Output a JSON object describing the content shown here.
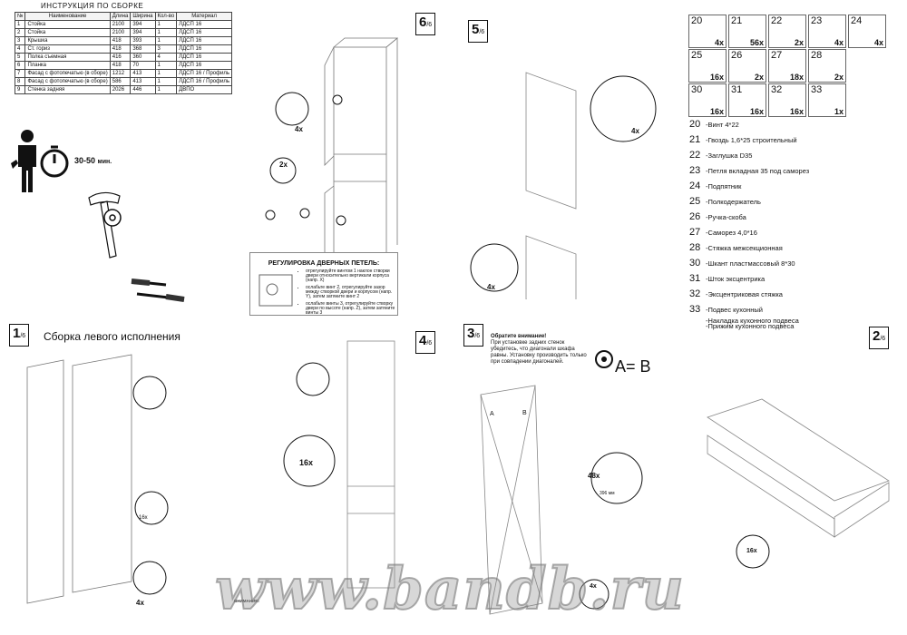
{
  "header": {
    "title": "ИНСТРУКЦИЯ ПО СБОРКЕ"
  },
  "parts_table": {
    "columns": [
      "№",
      "Наименование",
      "Длина",
      "Ширина",
      "Кол-во",
      "Материал"
    ],
    "rows": [
      [
        "1",
        "Стойка",
        "2100",
        "394",
        "1",
        "ЛДСП 16"
      ],
      [
        "2",
        "Стойка",
        "2100",
        "394",
        "1",
        "ЛДСП 16"
      ],
      [
        "3",
        "Крышка",
        "418",
        "393",
        "1",
        "ЛДСП 16"
      ],
      [
        "4",
        "Ст. гориз",
        "418",
        "368",
        "3",
        "ЛДСП 16"
      ],
      [
        "5",
        "Полка съемная",
        "416",
        "360",
        "4",
        "ЛДСП 16"
      ],
      [
        "6",
        "Планка",
        "418",
        "70",
        "1",
        "ЛДСП 16"
      ],
      [
        "7",
        "Фасад с фотопечатью (в сборе)",
        "1212",
        "413",
        "1",
        "ЛДСП 16 / Профиль"
      ],
      [
        "8",
        "Фасад с фотопечатью (в сборе)",
        "586",
        "413",
        "1",
        "ЛДСП 16 / Профиль"
      ],
      [
        "9",
        "Стенка задняя",
        "2026",
        "446",
        "1",
        "ДВПО"
      ]
    ]
  },
  "assembly_time": "30-50",
  "assembly_time_unit": "мин.",
  "steps": [
    {
      "num": "6",
      "of": "/6"
    },
    {
      "num": "5",
      "of": "/6"
    },
    {
      "num": "1",
      "of": "/6"
    },
    {
      "num": "4",
      "of": "/6"
    },
    {
      "num": "3",
      "of": "/6"
    },
    {
      "num": "2",
      "of": "/6"
    }
  ],
  "step1_title": "Сборка левого исполнения",
  "hardware": [
    {
      "num": "20",
      "qty": "4x"
    },
    {
      "num": "21",
      "qty": "56x"
    },
    {
      "num": "22",
      "qty": "2x"
    },
    {
      "num": "23",
      "qty": "4x"
    },
    {
      "num": "24",
      "qty": "4x"
    },
    {
      "num": "25",
      "qty": "16x"
    },
    {
      "num": "26",
      "qty": "2x"
    },
    {
      "num": "27",
      "qty": "18x"
    },
    {
      "num": "28",
      "qty": "2x"
    },
    {
      "num": "30",
      "qty": "16x"
    },
    {
      "num": "31",
      "qty": "16x"
    },
    {
      "num": "32",
      "qty": "16x"
    },
    {
      "num": "33",
      "qty": "1x"
    }
  ],
  "legend": [
    {
      "num": "20",
      "text": "-Винт 4*22"
    },
    {
      "num": "21",
      "text": "-Гвоздь 1,6*25 строительный"
    },
    {
      "num": "22",
      "text": "-Заглушка D35"
    },
    {
      "num": "23",
      "text": "-Петля вкладная 35 под саморез"
    },
    {
      "num": "24",
      "text": "-Подпятник"
    },
    {
      "num": "25",
      "text": "-Полкодержатель"
    },
    {
      "num": "26",
      "text": "-Ручка-скоба"
    },
    {
      "num": "27",
      "text": "-Саморез 4,0*16"
    },
    {
      "num": "28",
      "text": "-Стяжка межсекционная"
    },
    {
      "num": "30",
      "text": "-Шкант пластмассовый 8*30"
    },
    {
      "num": "31",
      "text": "-Шток эксцентрика"
    },
    {
      "num": "32",
      "text": "-Эксцентриковая стяжка"
    },
    {
      "num": "33",
      "text": "-Подвес кухонный"
    }
  ],
  "legend_extra": [
    "-Накладка кухонного подвеса",
    "-Прижим кухонного подвеса"
  ],
  "hinge_adjust": {
    "title": "РЕГУЛИРОВКА ДВЕРНЫХ ПЕТЕЛЬ:",
    "items": [
      "отрегулируйте винтом 1 наклон створки двери относительно вертикали корпуса (напр. X)",
      "ослабьте винт 2, отрегулируйте зазор между створкой двери и корпусом (напр. Y), затем затяните винт 2",
      "ослабьте винты 3, отрегулируйте створку двери по высоте (напр. Z), затем затяните винты 3"
    ]
  },
  "warning": {
    "title": "Обратите внимание!",
    "text": "При установке задних стенок убедитесь, что диагонали шкафа равны. Установку производить только при совпадении диагоналей."
  },
  "ab_label": "A= B",
  "diag_a": "A",
  "diag_b": "B",
  "dimension": "396 мм",
  "qty_labels": {
    "s6_4x": "4x",
    "s6_2x": "2x",
    "s5_4x": "4x",
    "s5_4x_b": "4x",
    "s4_16x": "16x",
    "s1_4x": "4x",
    "s1_16x": "16x",
    "s3_48x": "48x",
    "s3_4x": "4x",
    "s2_16x": "16x"
  },
  "bottom_notes_title": "ВНИМАНИЕ!",
  "watermark": "www.bandb.ru"
}
